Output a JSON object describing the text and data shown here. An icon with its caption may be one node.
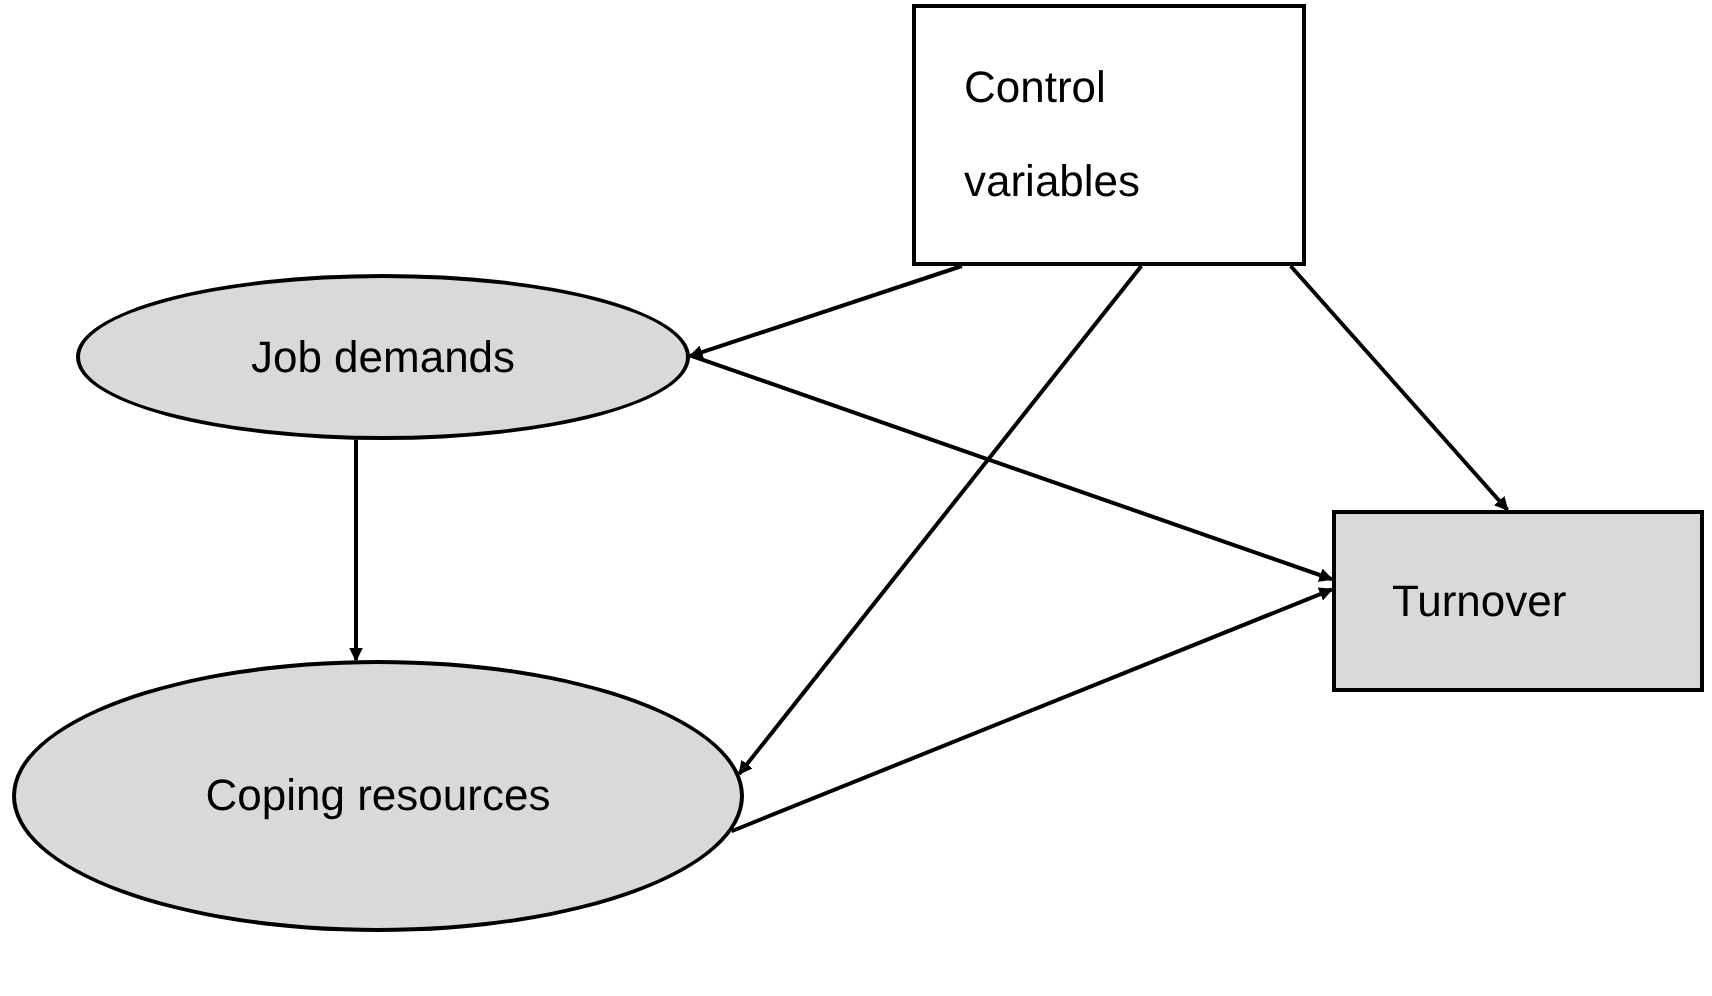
{
  "diagram": {
    "nodes": [
      {
        "text": [
          "Control variables"
        ]
      },
      {
        "text": [
          "Job demands"
        ]
      },
      {
        "text": [
          "Turnover"
        ]
      },
      {
        "text": [
          "Coping resources"
        ]
      }
    ],
    "edges": [
      {
        "from": 0,
        "to": 1,
        "arrow": "to"
      },
      {
        "from": 0,
        "to": 3,
        "arrow": "to"
      },
      {
        "from": 0,
        "to": 2,
        "arrow": "to"
      },
      {
        "from": 1,
        "to": 2,
        "arrow": "to"
      },
      {
        "from": 1,
        "to": 3,
        "arrow": "to"
      },
      {
        "from": 3,
        "to": 2,
        "arrow": "to"
      }
    ]
  }
}
